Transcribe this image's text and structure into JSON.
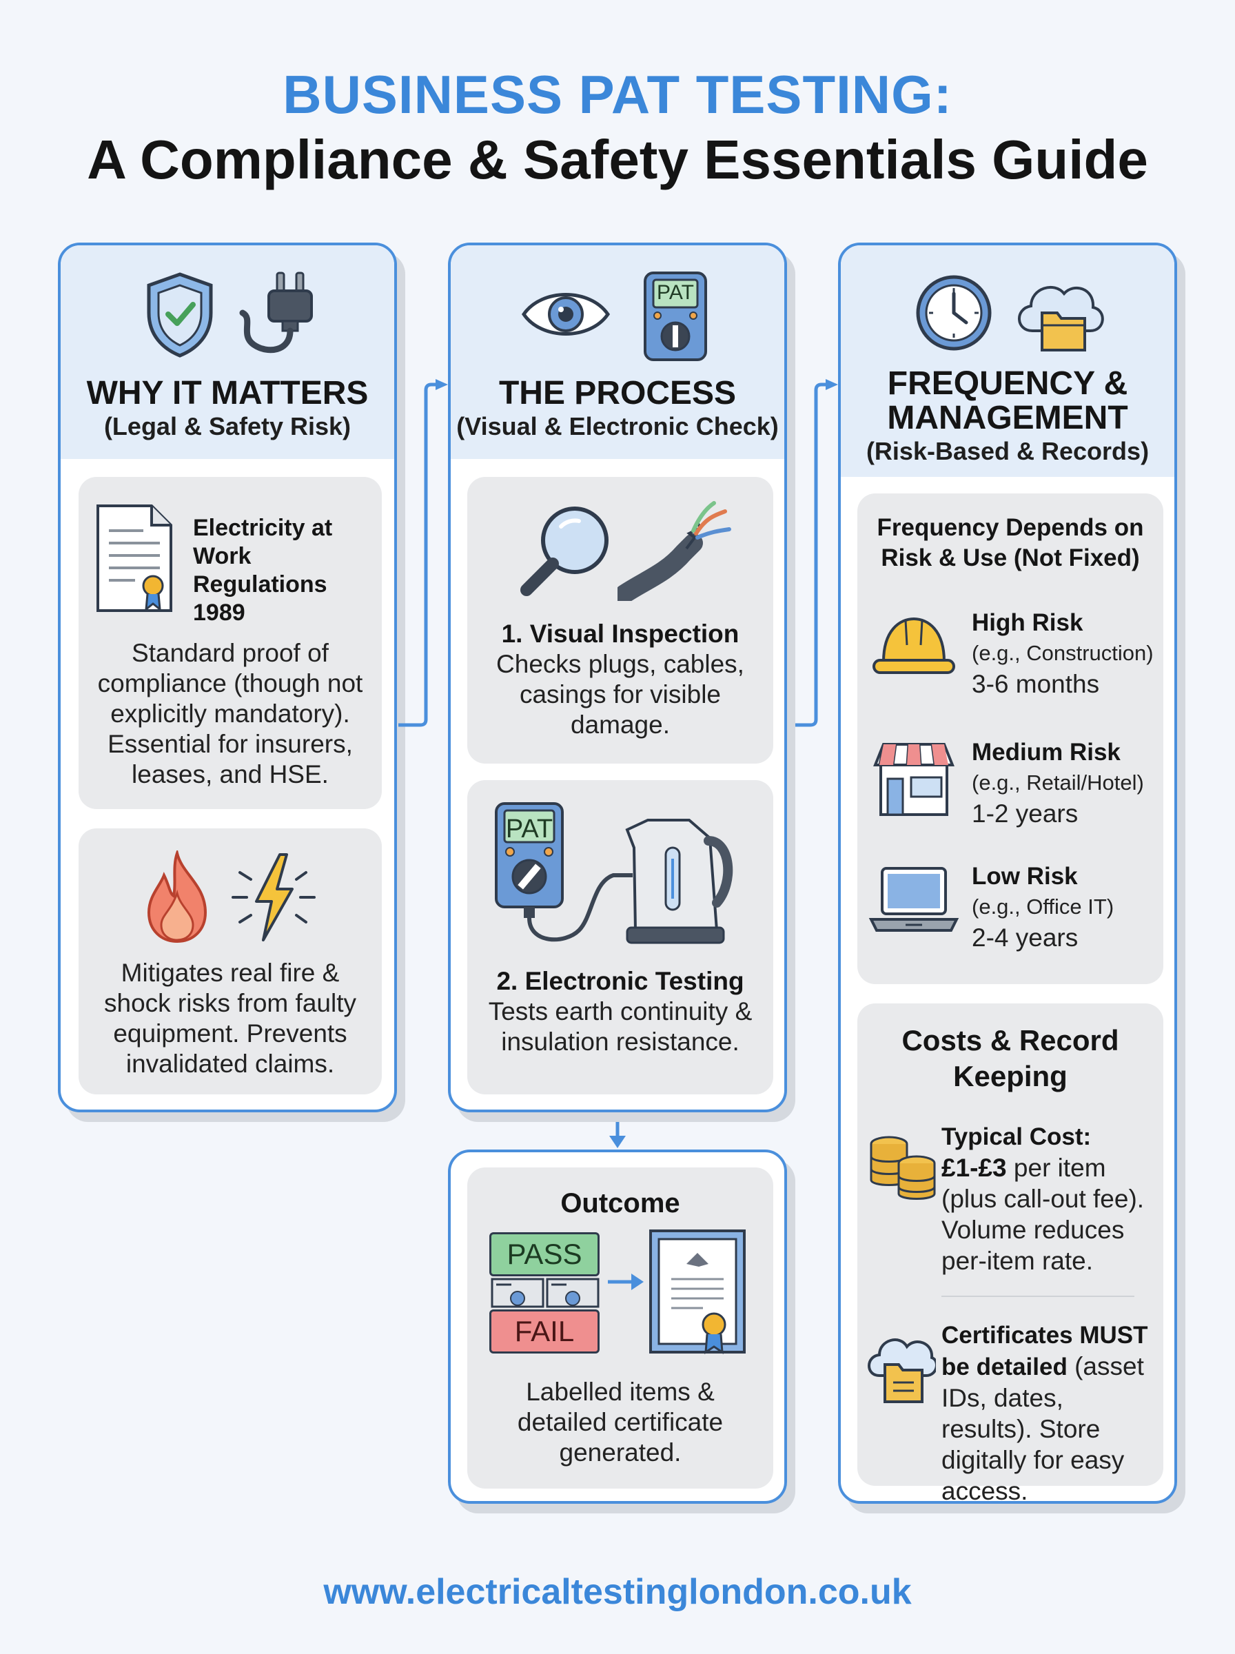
{
  "header": {
    "title_line1": "BUSINESS PAT TESTING:",
    "title_line2": "A Compliance & Safety Essentials Guide"
  },
  "why": {
    "title": "WHY IT MATTERS",
    "subtitle": "(Legal & Safety Risk)",
    "regulation_line1": "Electricity at",
    "regulation_line2": "Work Regulations",
    "regulation_line3": "1989",
    "compliance_text": "Standard proof of compliance (though not explicitly mandatory). Essential for insurers, leases, and HSE.",
    "risk_text": "Mitigates real fire & shock risks from faulty equipment. Prevents invalidated claims."
  },
  "process": {
    "title": "THE PROCESS",
    "subtitle": "(Visual & Electronic Check)",
    "meter_label": "PAT",
    "visual_title": "1. Visual Inspection",
    "visual_text": "Checks plugs, cables, casings for visible damage.",
    "electronic_meter_label": "PAT",
    "electronic_title": "2. Electronic Testing",
    "electronic_text": "Tests earth continuity & insulation resistance."
  },
  "outcome": {
    "title": "Outcome",
    "pass_label": "PASS",
    "fail_label": "FAIL",
    "text": "Labelled items & detailed certificate generated."
  },
  "frequency": {
    "title_line1": "FREQUENCY &",
    "title_line2": "MANAGEMENT",
    "subtitle": "(Risk-Based & Records)",
    "card_title": "Frequency Depends on Risk & Use (Not Fixed)",
    "rows": [
      {
        "title": "High Risk",
        "example": "(e.g., Construction)",
        "interval": "3-6 months"
      },
      {
        "title": "Medium Risk",
        "example": "(e.g., Retail/Hotel)",
        "interval": "1-2 years"
      },
      {
        "title": "Low Risk",
        "example": "(e.g., Office IT)",
        "interval": "2-4 years"
      }
    ]
  },
  "costs": {
    "title": "Costs & Record Keeping",
    "cost_label": "Typical Cost:",
    "cost_value": "£1-£3",
    "cost_rest": "per item (plus call-out fee). Volume reduces per-item rate.",
    "cert_bold": "Certificates MUST be detailed",
    "cert_rest": "(asset IDs, dates, results). Store digitally for easy access."
  },
  "footer": {
    "url": "www.electricaltestinglondon.co.uk"
  },
  "colors": {
    "accent": "#3b87d9",
    "panel_border": "#4a8fdc",
    "header_band": "#e3edf9",
    "card_bg": "#e9eaec",
    "pass": "#8fd19e",
    "fail": "#ef8f8f"
  }
}
